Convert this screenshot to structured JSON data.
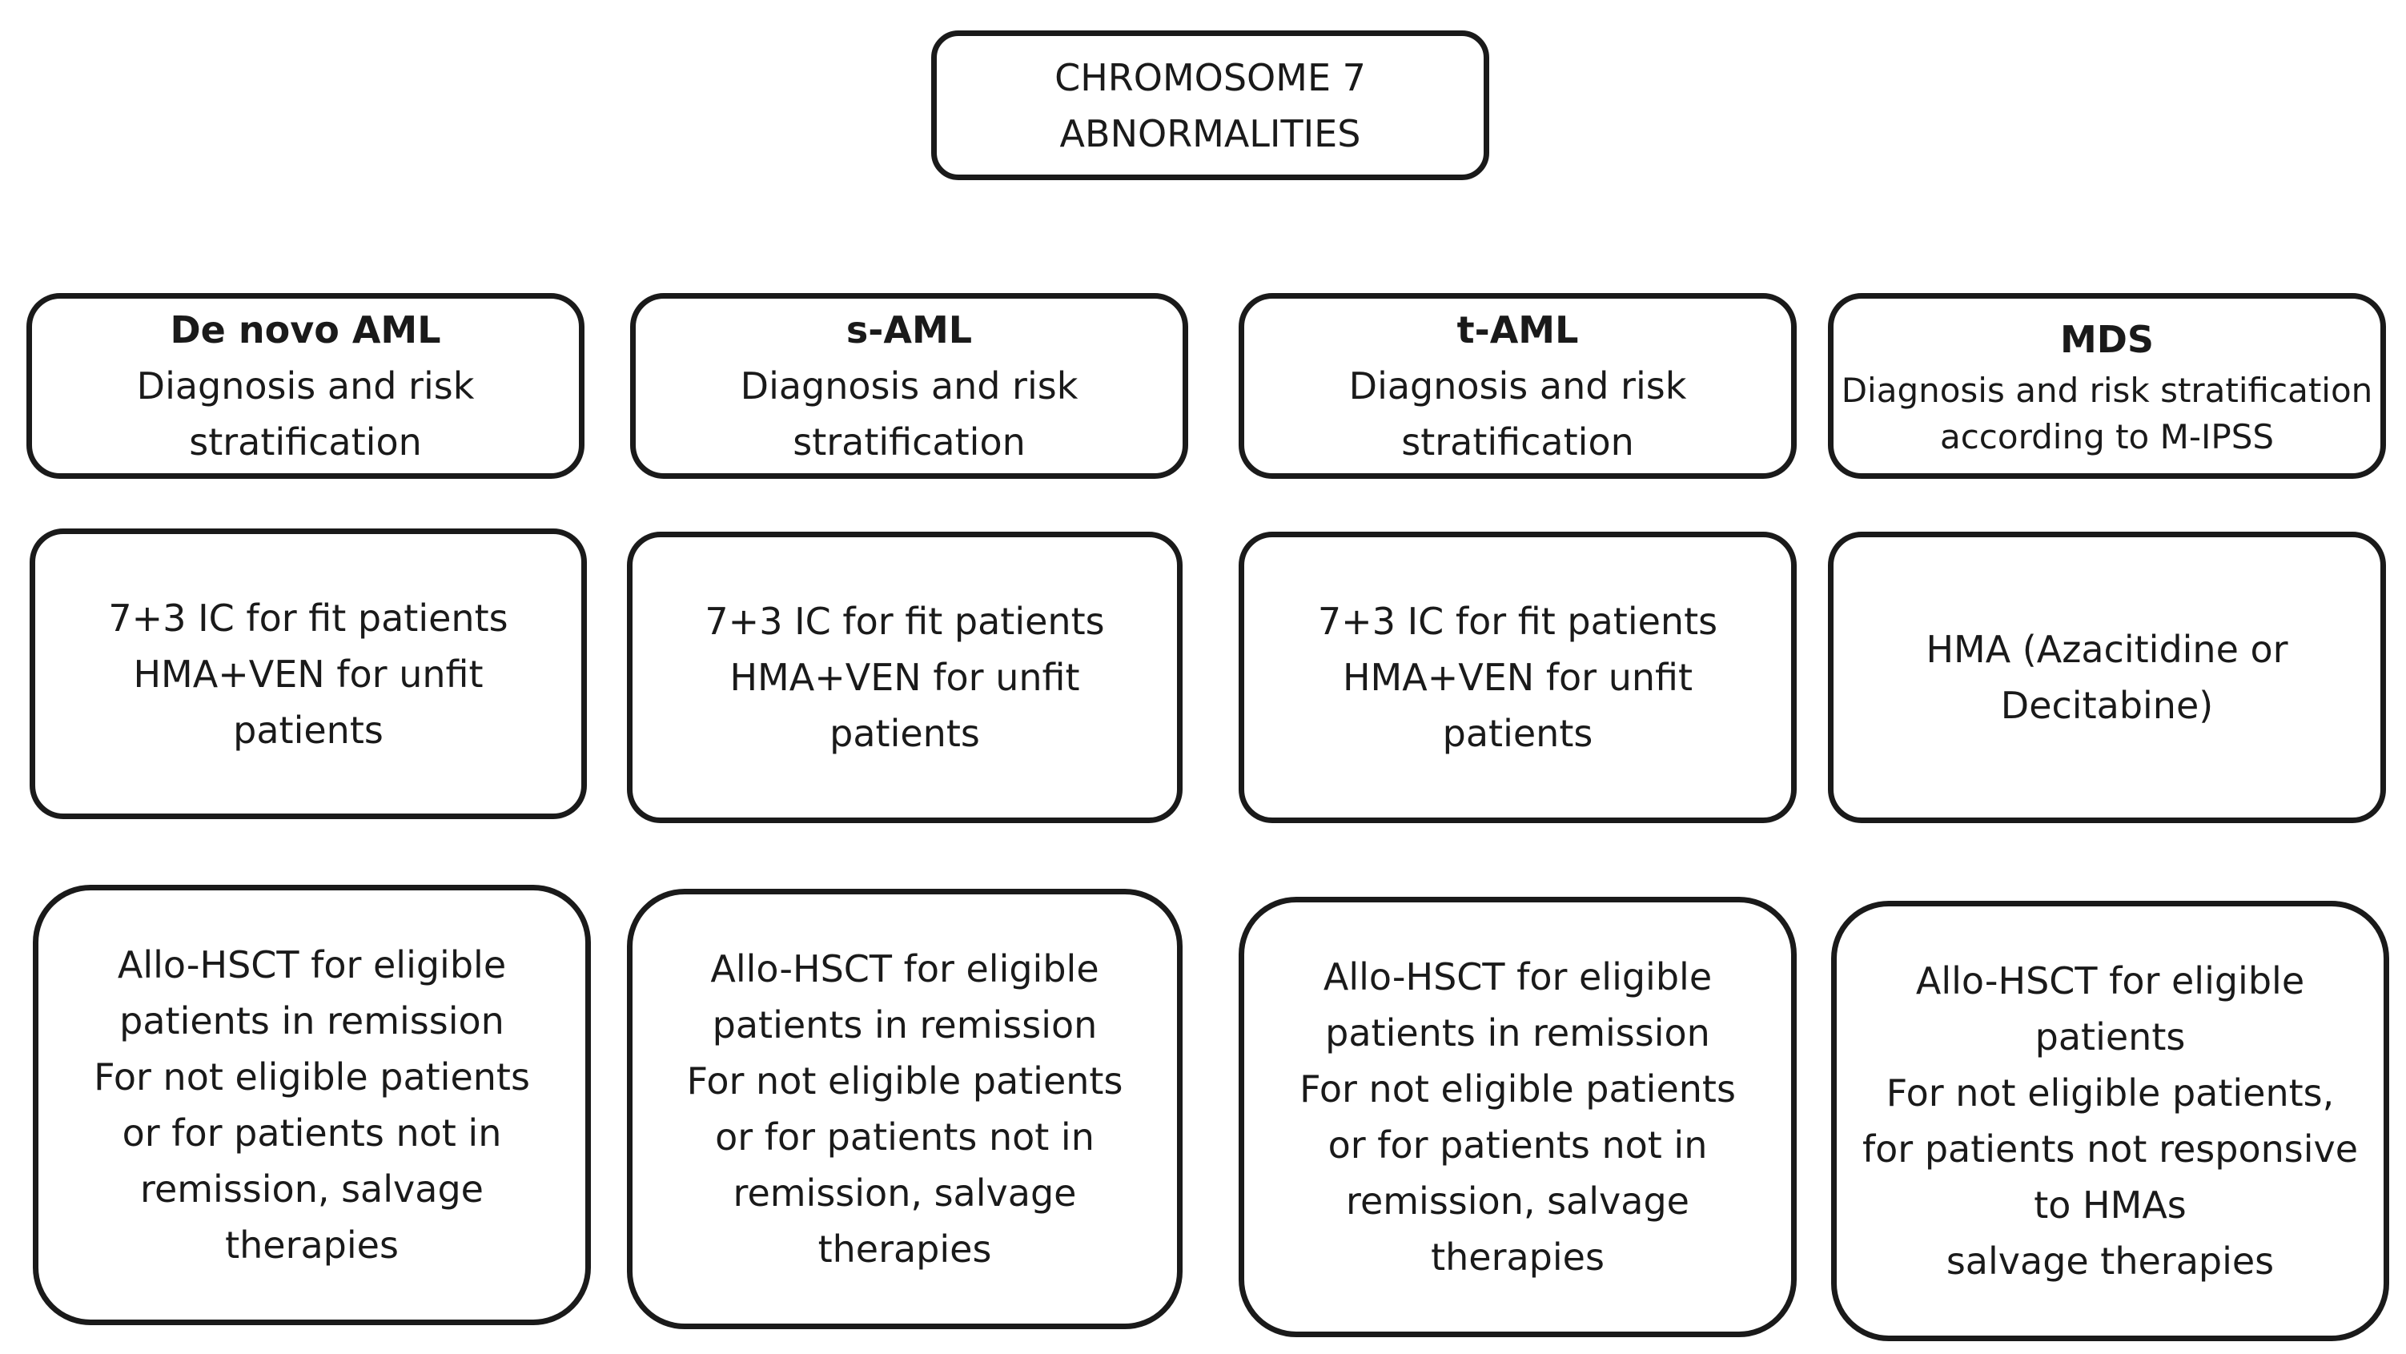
{
  "root": {
    "lines": [
      "CHROMOSOME 7",
      "ABNORMALITIES"
    ]
  },
  "columns": [
    {
      "title": "De novo AML",
      "diagnosis": [
        "Diagnosis and risk",
        "stratification"
      ],
      "first_line": [
        "7+3 IC for fit patients",
        "HMA+VEN for unfit",
        "patients"
      ],
      "consolidation": [
        "Allo-HSCT for eligible",
        "patients in remission",
        "For not eligible patients",
        "or for patients not in",
        "remission, salvage",
        "therapies"
      ]
    },
    {
      "title": "s-AML",
      "diagnosis": [
        "Diagnosis and risk",
        "stratification"
      ],
      "first_line": [
        "7+3 IC for fit patients",
        "HMA+VEN for unfit",
        "patients"
      ],
      "consolidation": [
        "Allo-HSCT for eligible",
        "patients in remission",
        "For not eligible patients",
        "or for patients not in",
        "remission, salvage",
        "therapies"
      ]
    },
    {
      "title": "t-AML",
      "diagnosis": [
        "Diagnosis and risk",
        "stratification"
      ],
      "first_line": [
        "7+3 IC for fit patients",
        "HMA+VEN for unfit",
        "patients"
      ],
      "consolidation": [
        "Allo-HSCT for eligible",
        "patients in remission",
        "For not eligible patients",
        "or for patients not in",
        "remission, salvage",
        "therapies"
      ]
    },
    {
      "title": "MDS",
      "diagnosis": [
        "Diagnosis and risk stratification",
        "according to M-IPSS"
      ],
      "first_line": [
        "HMA (Azacitidine or",
        "Decitabine)"
      ],
      "consolidation": [
        "Allo-HSCT for eligible",
        "patients",
        "For not eligible patients,",
        "for patients not responsive",
        "to HMAs",
        "salvage therapies"
      ]
    }
  ]
}
